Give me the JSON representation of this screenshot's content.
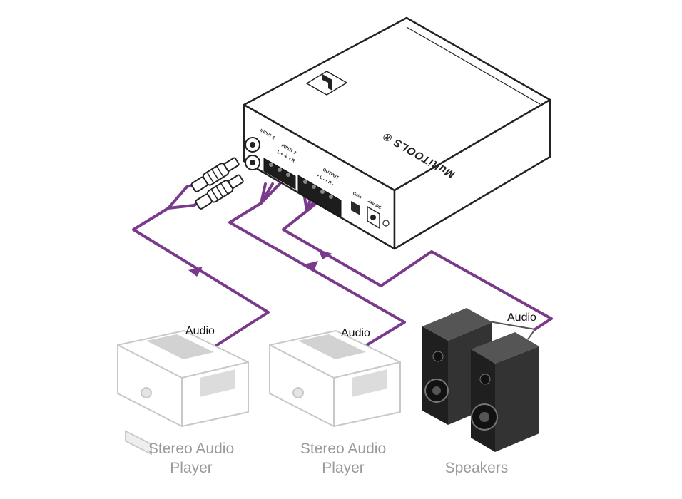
{
  "colors": {
    "cable": "#7a3a8c",
    "device": "#ffffff",
    "outline": "#222222",
    "player": "#c8c8c8",
    "speaker": "#2a2a2a",
    "caption": "#9a9a9a"
  },
  "device": {
    "brand": "MultiTOOLS ®",
    "input1_label": "INPUT 1",
    "input2_label": "INPUT 2",
    "input2_pins": "L  + ⏚ +  R",
    "output_label": "OUTPUT",
    "output_pins": "+ L - + R -",
    "gain_label": "Gain",
    "power_label": "24V DC",
    "logo_icon": "kramer-logo-icon"
  },
  "labels": {
    "audio_1": "Audio",
    "audio_2": "Audio",
    "audio_3": "Audio"
  },
  "captions": {
    "player_1_line1": "Stereo Audio",
    "player_1_line2": "Player",
    "player_2_line1": "Stereo Audio",
    "player_2_line2": "Player",
    "speakers": "Speakers"
  }
}
